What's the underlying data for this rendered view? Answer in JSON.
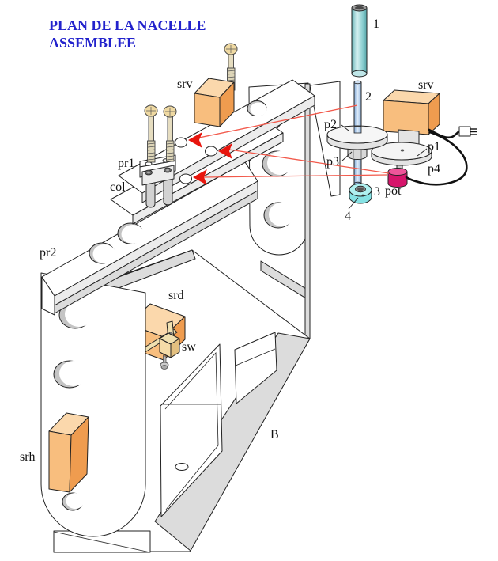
{
  "title": {
    "line1": "PLAN DE LA NACELLE",
    "line2": "ASSEMBLEE"
  },
  "labels": {
    "servo_top": "srv",
    "servo_right": "srv",
    "plate1": "pr1",
    "columns": "col",
    "plate2": "pr2",
    "servo_down": "srd",
    "switch": "sw",
    "servo_h": "srh",
    "frame": "B",
    "part1": "1",
    "part2": "2",
    "part3": "3",
    "part4": "4",
    "p1": "p1",
    "p2": "p2",
    "p3": "p3",
    "p4": "p4",
    "pot": "pot"
  },
  "colors": {
    "title": "#2222cc",
    "servo_front": "#f8be7e",
    "servo_top": "#fbd8ac",
    "servo_side": "#ef9c4f",
    "screw_head": "#efd9a2",
    "horn": "#f0e0b0",
    "tube_mid": "#8fd0d2",
    "rod": "#a9c8e8",
    "ring": "#aff0f0",
    "ring_side": "#86e2e4",
    "pot_body": "#d6156b",
    "pot_top": "#ee5599",
    "arrow": "#e8150d",
    "red_line": "#f2594b"
  }
}
